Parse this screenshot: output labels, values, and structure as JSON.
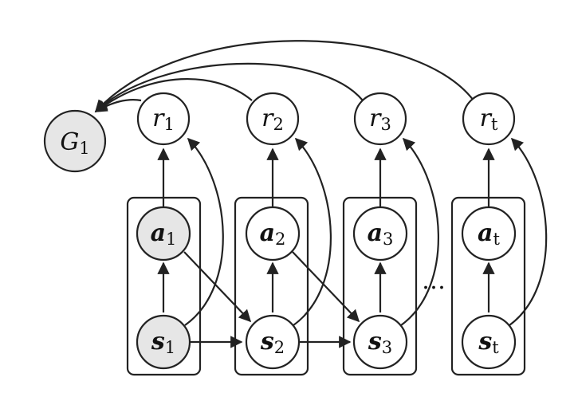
{
  "nodes": {
    "G": {
      "base": "G",
      "sub": "1",
      "shaded": true,
      "bold": false
    },
    "r1": {
      "base": "r",
      "sub": "1",
      "shaded": false,
      "bold": false
    },
    "r2": {
      "base": "r",
      "sub": "2",
      "shaded": false,
      "bold": false
    },
    "r3": {
      "base": "r",
      "sub": "3",
      "shaded": false,
      "bold": false
    },
    "rt": {
      "base": "r",
      "sub": "t",
      "shaded": false,
      "bold": false
    },
    "a1": {
      "base": "a",
      "sub": "1",
      "shaded": true,
      "bold": true
    },
    "a2": {
      "base": "a",
      "sub": "2",
      "shaded": false,
      "bold": true
    },
    "a3": {
      "base": "a",
      "sub": "3",
      "shaded": false,
      "bold": true
    },
    "at": {
      "base": "a",
      "sub": "t",
      "shaded": false,
      "bold": true
    },
    "s1": {
      "base": "s",
      "sub": "1",
      "shaded": true,
      "bold": true
    },
    "s2": {
      "base": "s",
      "sub": "2",
      "shaded": false,
      "bold": true
    },
    "s3": {
      "base": "s",
      "sub": "3",
      "shaded": false,
      "bold": true
    },
    "st": {
      "base": "s",
      "sub": "t",
      "shaded": false,
      "bold": true
    }
  },
  "ellipsis": "…",
  "colors": {
    "stroke": "#222222",
    "shaded_fill": "#e6e6e6",
    "fill": "#ffffff"
  }
}
